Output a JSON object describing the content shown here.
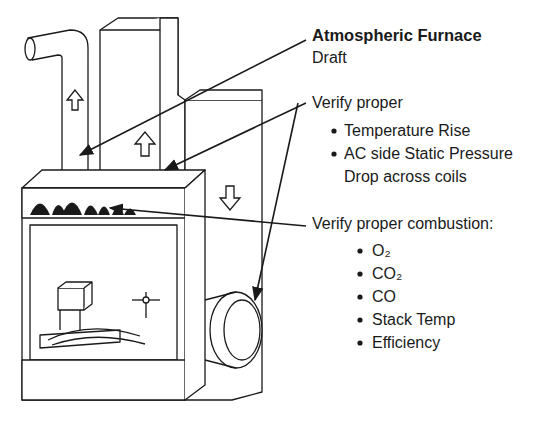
{
  "diagram": {
    "title": "Atmospheric Furnace",
    "labels": [
      "Draft",
      "Verify proper",
      "Temperature Rise",
      "AC side Static Pressure Drop across coils",
      "Verify proper combustion:",
      "O₂",
      "CO₂",
      "CO",
      "Stack Temp",
      "Efficiency"
    ]
  }
}
